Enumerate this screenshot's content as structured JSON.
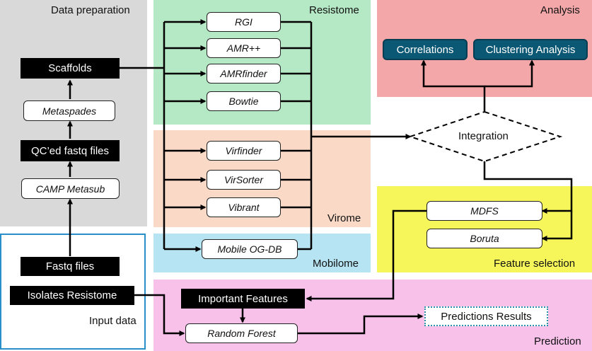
{
  "regions": {
    "data_preparation": "Data preparation",
    "resistome": "Resistome",
    "analysis": "Analysis",
    "virome": "Virome",
    "mobilome": "Mobilome",
    "feature_selection": "Feature selection",
    "input_data": "Input data",
    "prediction": "Prediction"
  },
  "colors": {
    "data_preparation": "#d9d9d9",
    "resistome": "#b5e8c4",
    "analysis": "#f4a7a9",
    "virome": "#fad9c6",
    "mobilome": "#b6e4f2",
    "feature_selection": "#f6f65a",
    "prediction": "#f7c1ea",
    "input_border": "#2a8fc8",
    "teal": "#0b5875"
  },
  "prep": {
    "scaffolds": "Scaffolds",
    "metaspades": "Metaspades",
    "qced": "QC’ed fastq files",
    "camp": "CAMP Metasub",
    "fastq": "Fastq files",
    "isolates": "Isolates Resistome"
  },
  "tools": {
    "rgi": "RGI",
    "amrpp": "AMR++",
    "amrfinder": "AMRfinder",
    "bowtie": "Bowtie",
    "virfinder": "Virfinder",
    "virsorter": "VirSorter",
    "vibrant": "Vibrant",
    "mobile": "Mobile OG-DB"
  },
  "analysis": {
    "correlations": "Correlations",
    "clustering": "Clustering Analysis",
    "integration": "Integration"
  },
  "feature_selection": {
    "mdfs": "MDFS",
    "boruta": "Boruta"
  },
  "prediction": {
    "important": "Important Features",
    "random_forest": "Random Forest",
    "results": "Predictions Results"
  }
}
